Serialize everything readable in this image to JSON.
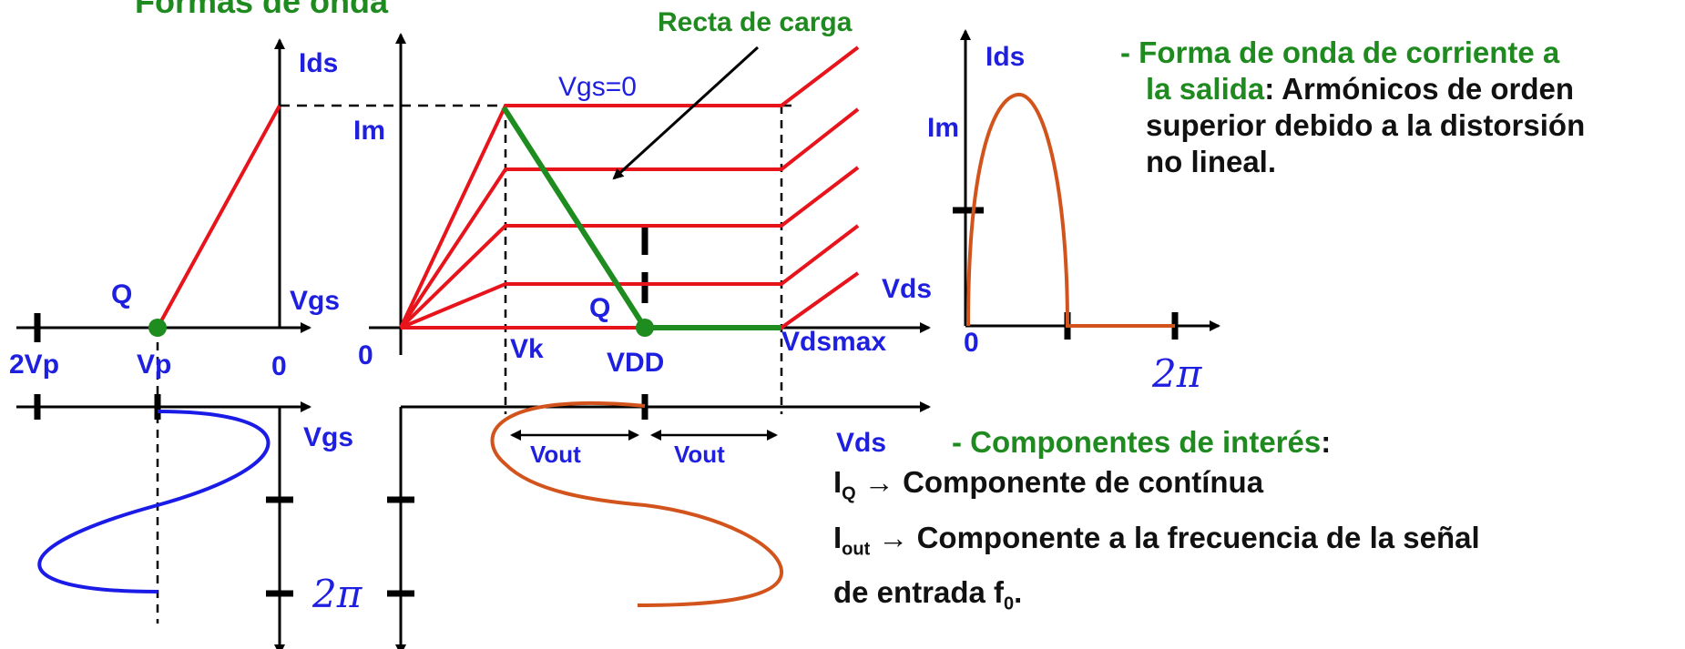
{
  "title": "Formas de onda",
  "labels": {
    "ids_left": "Ids",
    "ids_right": "Ids",
    "im_mid": "Im",
    "im_right": "Im",
    "q_left": "Q",
    "q_mid": "Q",
    "vgs_axis": "Vgs",
    "vgs_lower": "Vgs",
    "two_vp": "2Vp",
    "vp": "Vp",
    "zero_left": "0",
    "zero_mid": "0",
    "zero_right": "0",
    "vk": "Vk",
    "vdd": "VDD",
    "vdsmax": "Vdsmax",
    "vds_axis": "Vds",
    "vds_lower": "Vds",
    "vout_1": "Vout",
    "vout_2": "Vout",
    "vgs0": "Vgs=0",
    "recta": "Recta de carga",
    "two_pi_left": "2π",
    "two_pi_right": "2π"
  },
  "notes": {
    "output_green": "- Forma de onda de corriente a",
    "output_green2": "la salida",
    "output_black1": ": Armónicos de orden",
    "output_black2": "superior debido a la distorsión",
    "output_black3": "no lineal.",
    "comp_green": "- Componentes de interés",
    "comp_colon": ":",
    "iq_main": "I",
    "iq_sub": "Q",
    "iq_text": " → Componente de contínua",
    "iout_main": "I",
    "iout_sub": "out",
    "iout_text": " → Componente a la frecuencia de  la señal",
    "f0_text": "de entrada f",
    "f0_sub": "0",
    "f0_end": "."
  },
  "colors": {
    "axis": "#000000",
    "red_curves": "#e8141c",
    "load_line": "#1e8c1e",
    "input_wave": "#1b1be8",
    "output_wave": "#d2541c",
    "label_blue": "#1f1fe0",
    "label_green": "#1f8a1f"
  }
}
